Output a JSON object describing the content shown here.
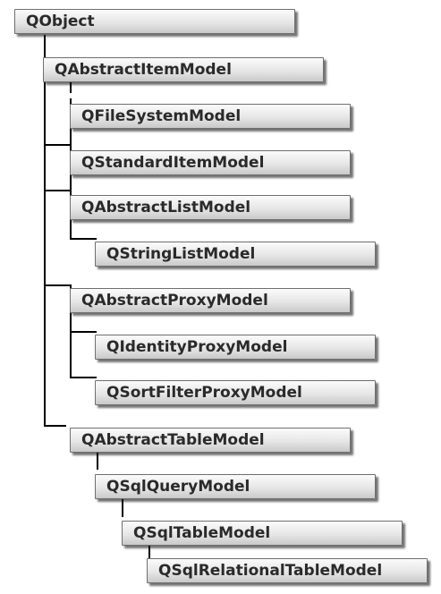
{
  "diagram": {
    "nodes": [
      "QObject",
      "QAbstractItemModel",
      "QFileSystemModel",
      "QStandardItemModel",
      "QAbstractListModel",
      "QStringListModel",
      "QAbstractProxyModel",
      "QIdentityProxyModel",
      "QSortFilterProxyModel",
      "QAbstractTableModel",
      "QSqlQueryModel",
      "QSqlTableModel",
      "QSqlRelationalTableModel"
    ]
  }
}
